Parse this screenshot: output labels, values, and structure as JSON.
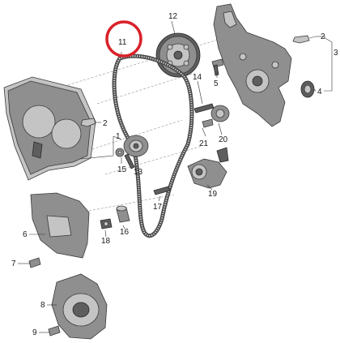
{
  "diagram": {
    "highlight_color": "#d9222a",
    "callouts": {
      "p1": "1",
      "p2a": "2",
      "p2b": "2",
      "p3": "3",
      "p4": "4",
      "p5": "5",
      "p6": "6",
      "p7": "7",
      "p8": "8",
      "p9": "9",
      "p11": "11",
      "p12": "12",
      "p13": "13",
      "p14": "14",
      "p15": "15",
      "p16": "16",
      "p17": "17",
      "p18": "18",
      "p19": "19",
      "p20": "20",
      "p21": "21"
    }
  }
}
